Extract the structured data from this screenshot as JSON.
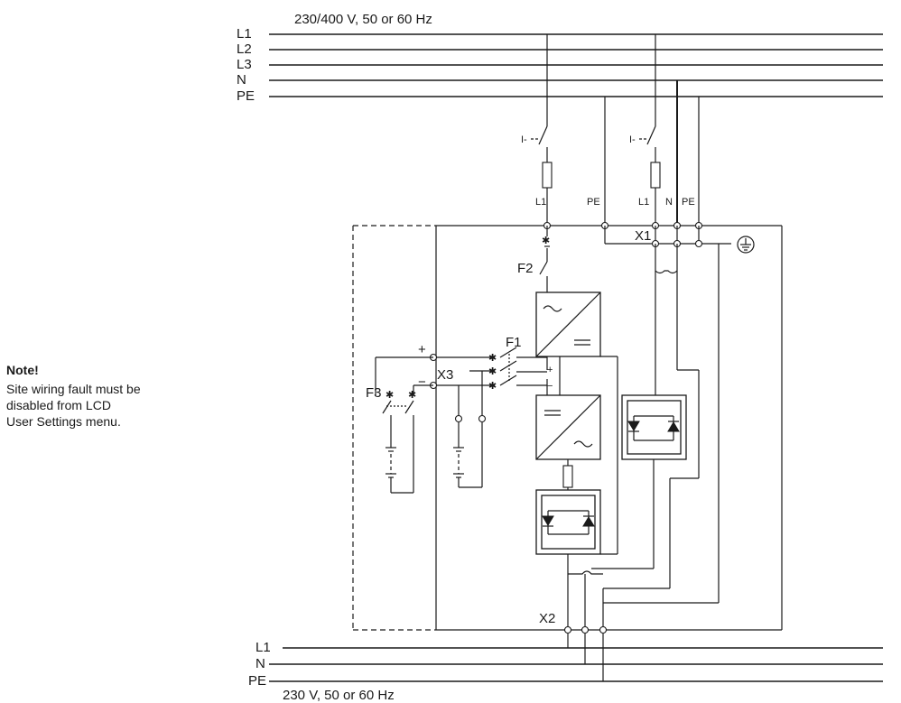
{
  "top_supply": {
    "label": "230/400 V, 50 or 60 Hz",
    "lines": [
      "L1",
      "L2",
      "L3",
      "N",
      "PE"
    ]
  },
  "bottom_supply": {
    "label": "230 V, 50 or 60 Hz",
    "lines": [
      "L1",
      "N",
      "PE"
    ]
  },
  "terminals": {
    "x1": "X1",
    "x2": "X2",
    "x3": "X3",
    "l1_left": "L1",
    "pe_left": "PE",
    "l1_right": "L1",
    "n_right": "N",
    "pe_right": "PE",
    "plus": "+",
    "minus": "−",
    "plus_small": "+",
    "minus_small": "−"
  },
  "components": {
    "f1": "F1",
    "f2": "F2",
    "f3": "F3",
    "sw_left": "I-",
    "sw_right": "I-"
  },
  "note": {
    "title": "Note!",
    "lines": [
      "Site wiring fault must be",
      "disabled from LCD",
      "User Settings menu."
    ]
  }
}
